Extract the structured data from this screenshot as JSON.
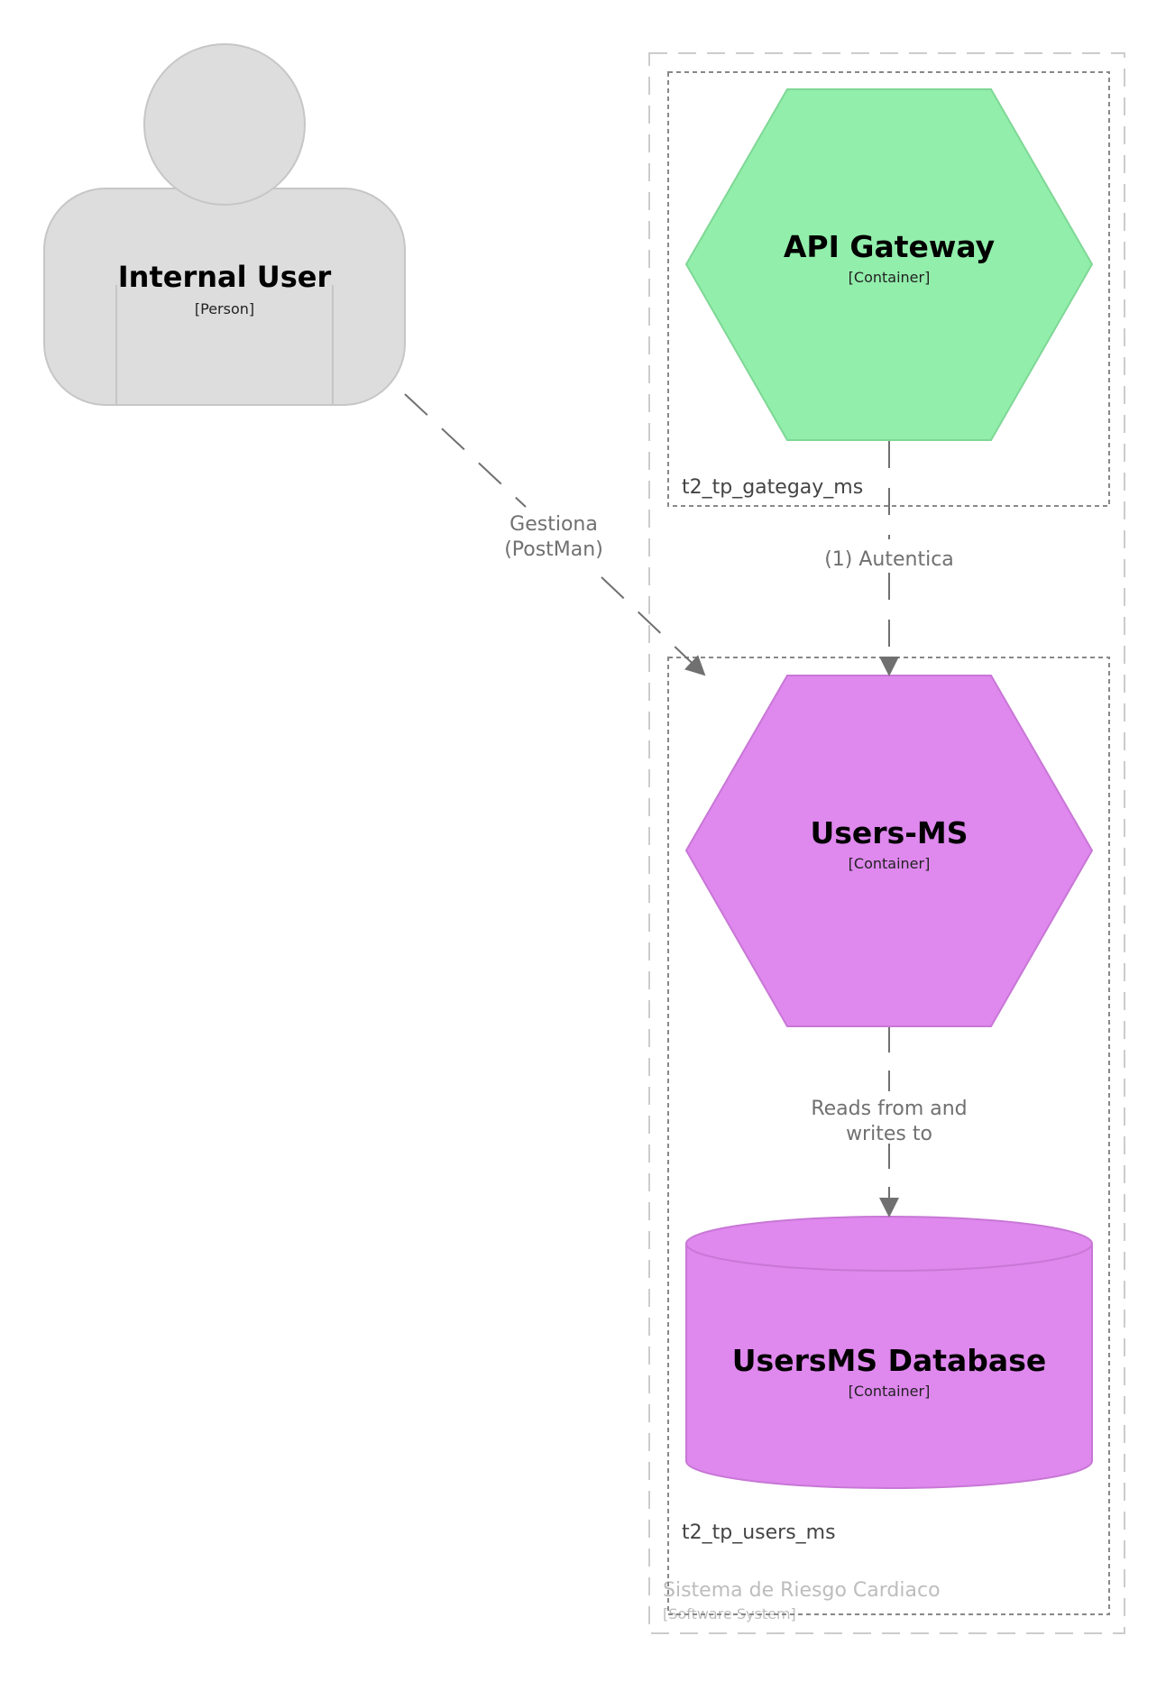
{
  "system_boundary": {
    "name": "Sistema de Riesgo Cardiaco",
    "type": "[Software System]"
  },
  "gateway_boundary": {
    "name": "t2_tp_gategay_ms"
  },
  "users_boundary": {
    "name": "t2_tp_users_ms"
  },
  "person": {
    "name": "Internal User",
    "type": "[Person]",
    "icon": "person-icon",
    "color": "#dddddd"
  },
  "api_gateway": {
    "name": "API Gateway",
    "type": "[Container]",
    "color": "#92eeab"
  },
  "users_ms": {
    "name": "Users-MS",
    "type": "[Container]",
    "color": "#df88ee"
  },
  "users_db": {
    "name": "UsersMS Database",
    "type": "[Container]",
    "color": "#df88ee"
  },
  "relationships": {
    "gestiona": {
      "line1": "Gestiona",
      "line2": "(PostMan)"
    },
    "autentica": {
      "line1": "(1) Autentica"
    },
    "reads": {
      "line1": "Reads from and",
      "line2": "writes to"
    }
  }
}
